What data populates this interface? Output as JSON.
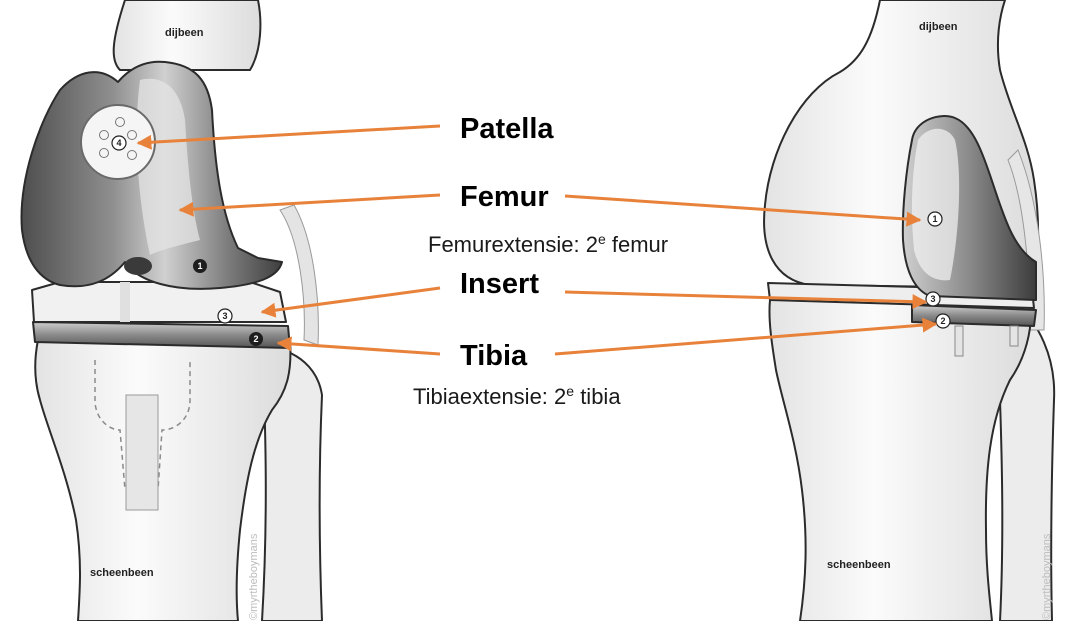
{
  "labels": {
    "patella": "Patella",
    "femur": "Femur",
    "femur_sub_pre": "Femurextensie: 2",
    "femur_sub_sup": "e",
    "femur_sub_post": " femur",
    "insert": "Insert",
    "tibia": "Tibia",
    "tibia_sub_pre": "Tibiaextensie: 2",
    "tibia_sub_sup": "e",
    "tibia_sub_post": " tibia"
  },
  "bones": {
    "thigh": "dijbeen",
    "shin": "scheenbeen"
  },
  "numbers": {
    "n1": "1",
    "n2": "2",
    "n3": "3",
    "n4": "4"
  },
  "watermark": "©myrtheboymans",
  "colors": {
    "arrow": "#e8823a",
    "bone": "#f2f2f2",
    "metal_dark": "#5f5f5f",
    "metal_light": "#c9c9c9",
    "insert": "#f0f0f0"
  }
}
